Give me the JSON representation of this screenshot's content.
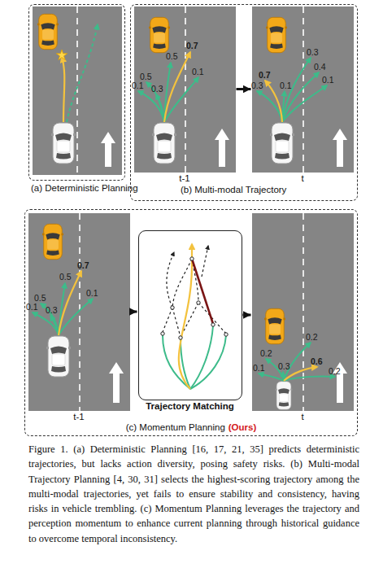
{
  "diagram": {
    "caption": "Figure 1. (a) Deterministic Planning [16, 17, 21, 35] predicts deterministic trajectories, but lacks action diversity, posing safety risks. (b) Multi-modal Trajectory Planning [4, 30, 31] selects the highest-scoring trajectory among the multi-modal trajectories, yet fails to ensure stability and consistency, having risks in vehicle trembling. (c) Momentum Planning leverages the trajectory and perception momentum to enhance current planning through historical guidance to overcome temporal inconsistency.",
    "nodes": [
      {
        "text": [
          "(a) Deterministic Planning"
        ]
      },
      {
        "text": [
          "(b) Multi-modal Trajectory"
        ]
      },
      {
        "text": [
          "t-1"
        ],
        "in": 1
      },
      {
        "text": [
          "t"
        ],
        "in": 1
      },
      {
        "text": [
          "(c) Momentum Planning",
          "(Ours)"
        ]
      },
      {
        "text": [
          "t-1"
        ],
        "in": 4
      },
      {
        "text": [
          "Trajectory Matching"
        ],
        "in": 4
      },
      {
        "text": [
          "t"
        ],
        "in": 4
      }
    ],
    "edges": [
      {
        "from": 2,
        "to": 3,
        "arrow": "to"
      },
      {
        "from": 5,
        "to": 6,
        "arrow": "to"
      },
      {
        "from": 6,
        "to": 7,
        "arrow": "to"
      }
    ],
    "labels": [
      "0.5",
      "0.7",
      "0.5",
      "0.1",
      "0.3",
      "0.1",
      "0.3",
      "0.4",
      "0.7",
      "0.3",
      "0.1",
      "0.1",
      "0.5",
      "0.7",
      "0.5",
      "0.1",
      "0.3",
      "0.1",
      "0.2",
      "0.2",
      "0.1",
      "0.3",
      "0.6",
      "0.2"
    ]
  }
}
